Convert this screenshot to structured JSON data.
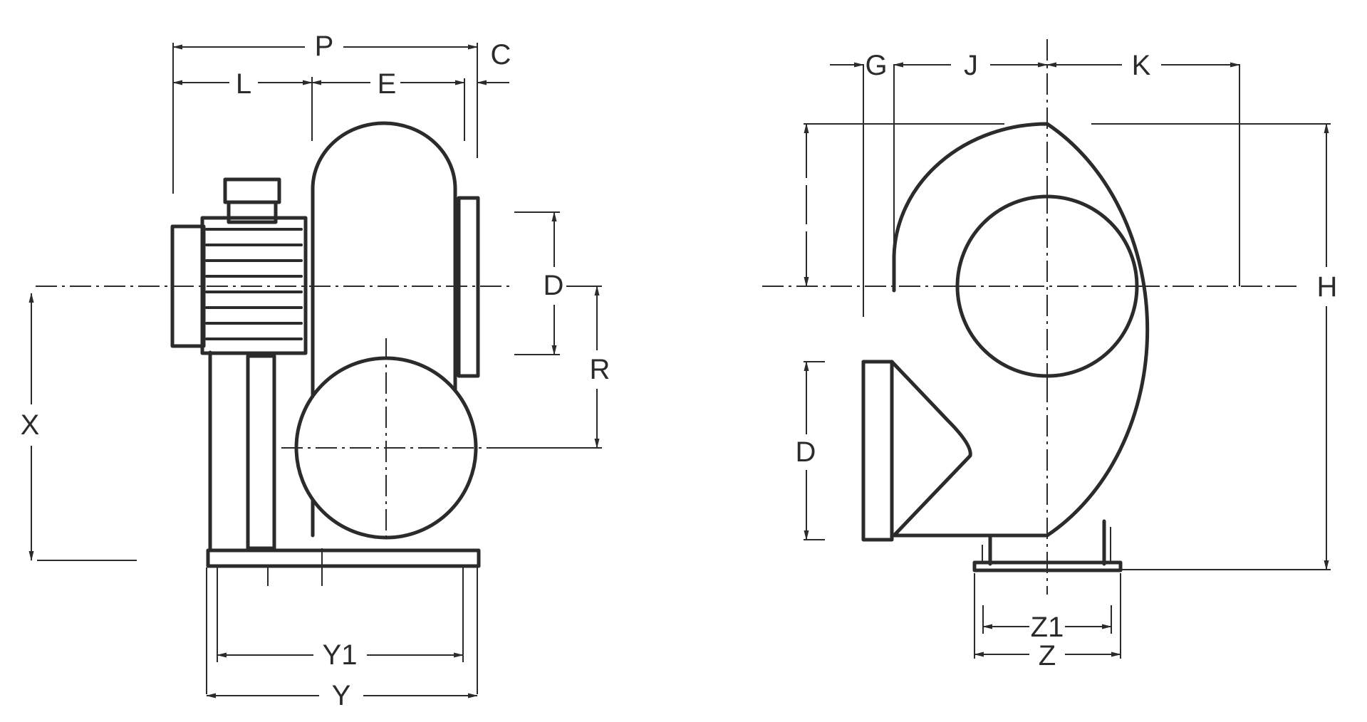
{
  "diagram": {
    "side_view": {
      "labels": {
        "P": "P",
        "C": "C",
        "L": "L",
        "E": "E",
        "D": "D",
        "R": "R",
        "X": "X",
        "Y1": "Y1",
        "Y": "Y"
      }
    },
    "front_view": {
      "labels": {
        "G": "G",
        "J": "J",
        "K": "K",
        "H": "H",
        "D": "D",
        "Z1": "Z1",
        "Z": "Z"
      }
    }
  }
}
